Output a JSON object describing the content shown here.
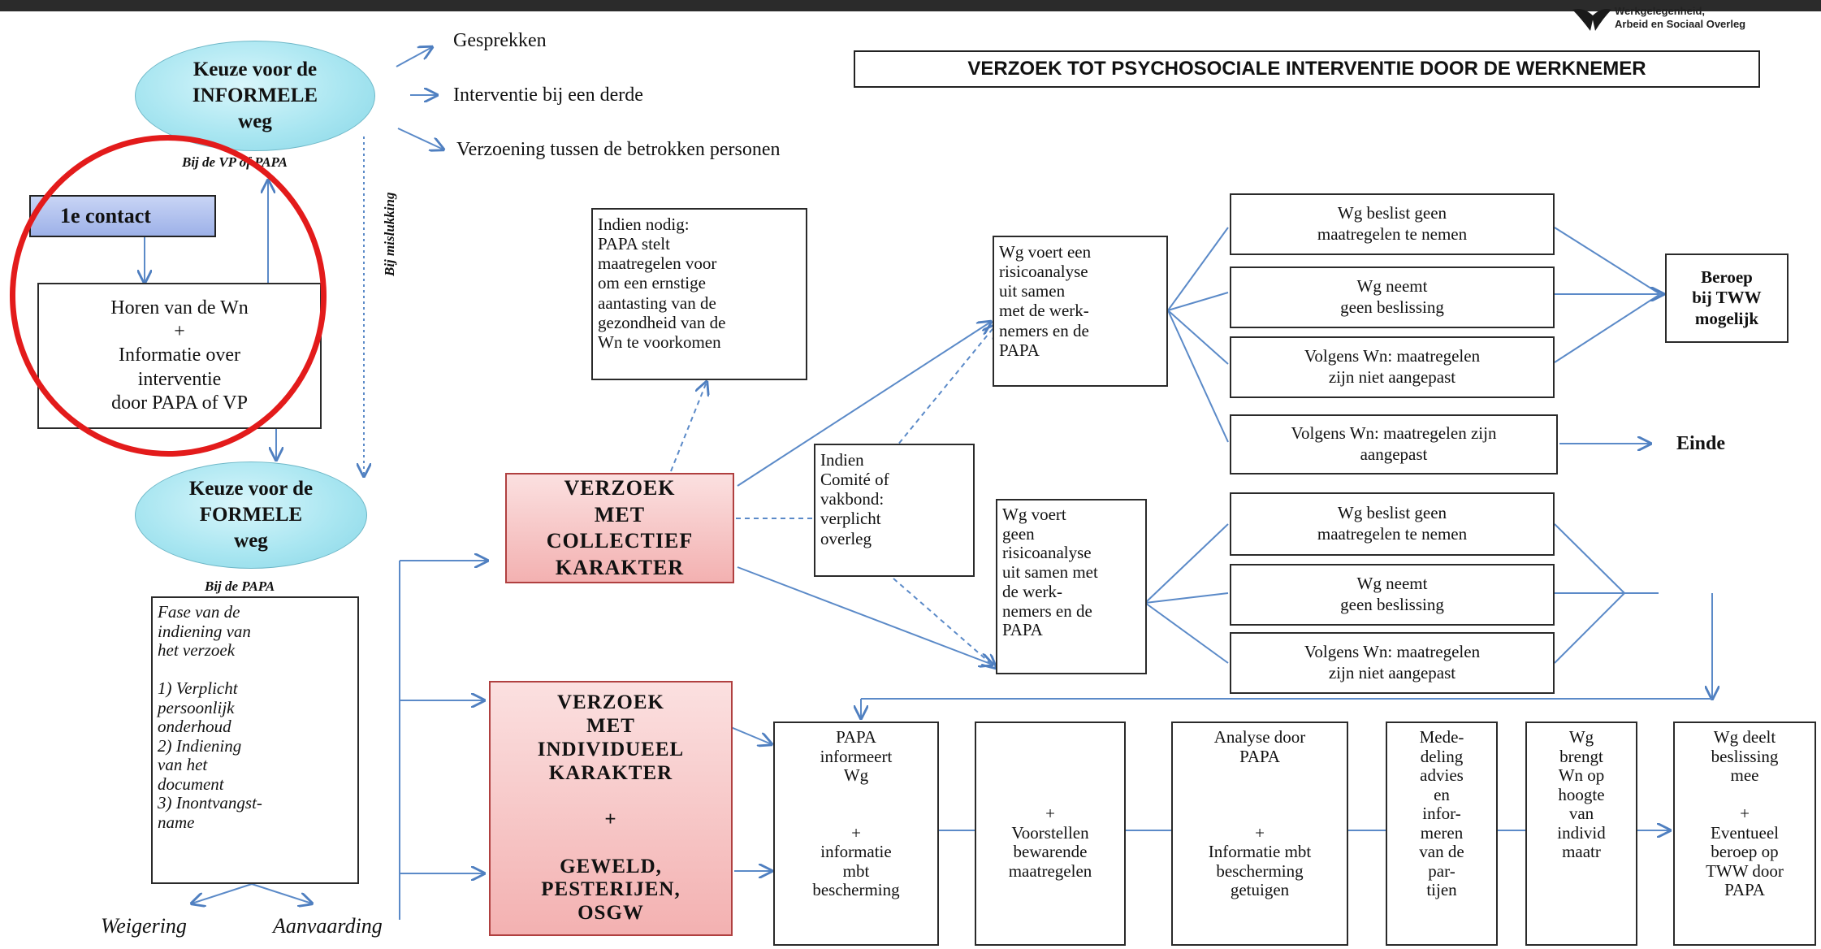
{
  "header": {
    "title": "VERZOEK TOT PSYCHOSOCIALE INTERVENTIE DOOR DE WERKNEMER",
    "logo_text": "Werkgelegenheid,\nArbeid en Sociaal Overleg"
  },
  "informal": {
    "ellipse": "Keuze voor de\nINFORMELE\nweg",
    "caption": "Bij de VP of PAPA",
    "options": [
      "Gesprekken",
      "Interventie bij een derde",
      "Verzoening tussen de betrokken personen"
    ]
  },
  "first_contact": "1e contact",
  "hearing": "Horen van de Wn\n+\nInformatie over\ninterventie\ndoor PAPA of  VP",
  "failure_label": "Bij mislukking",
  "formal": {
    "ellipse": "Keuze voor de\nFORMELE\nweg",
    "caption": "Bij de PAPA",
    "phase": "Fase van de\nindiening van\nhet verzoek\n\n1)    Verplicht\n       persoonlijk\n       onderhoud\n2)    Indiening\n       van het\n       document\n3)    Inontvangst-\n       name",
    "reject": "Weigering",
    "accept": "Aanvaarding"
  },
  "collective": {
    "box": "VERZOEK\nMET\nCOLLECTIEF\nKARAKTER",
    "note_papa": "Indien nodig:\nPAPA stelt\nmaatregelen voor\nom een ernstige\naantasting van de\ngezondheid van de\nWn te voorkomen",
    "note_committee": "Indien\nComité of\nvakbond:\nverplicht\noverleg",
    "with_analysis": "Wg voert een\nrisicoanalyse\nuit samen\nmet de werk-\nnemers en de\nPAPA",
    "without_analysis": "Wg voert\ngeen\nrisicoanalyse\nuit samen met\nde werk-\nnemers en de\nPAPA",
    "outcomes_a": [
      "Wg beslist geen\nmaatregelen te nemen",
      "Wg neemt\ngeen beslissing",
      "Volgens Wn: maatregelen\nzijn niet aangepast"
    ],
    "adapted": "Volgens Wn: maatregelen zijn\naangepast",
    "outcomes_b": [
      "Wg beslist geen\nmaatregelen te nemen",
      "Wg neemt\ngeen beslissing",
      "Volgens Wn: maatregelen\nzijn niet aangepast"
    ],
    "appeal": "Beroep\nbij TWW\nmogelijk",
    "end": "Einde"
  },
  "individual": {
    "box": "VERZOEK\nMET\nINDIVIDUEEL\nKARAKTER\n\n+\n\nGEWELD,\nPESTERIJEN,\nOSGW",
    "steps": [
      "PAPA\ninformeert\nWg\n\n\n+\ninformatie\nmbt\nbescherming",
      "\n\n\n\n+\nVoorstellen\nbewarende\nmaatregelen",
      "Analyse door\nPAPA\n\n\n\n+\nInformatie mbt\nbescherming\ngetuigen",
      "Mede-\ndeling\nadvies\nen\ninfor-\nmeren\nvan de\npar-\ntijen",
      "Wg\nbrengt\nWn op\nhoogte\nvan\nindivid\nmaatr",
      "Wg deelt\nbeslissing\nmee\n\n+\nEventueel\nberoep op\nTWW door\nPAPA"
    ]
  }
}
